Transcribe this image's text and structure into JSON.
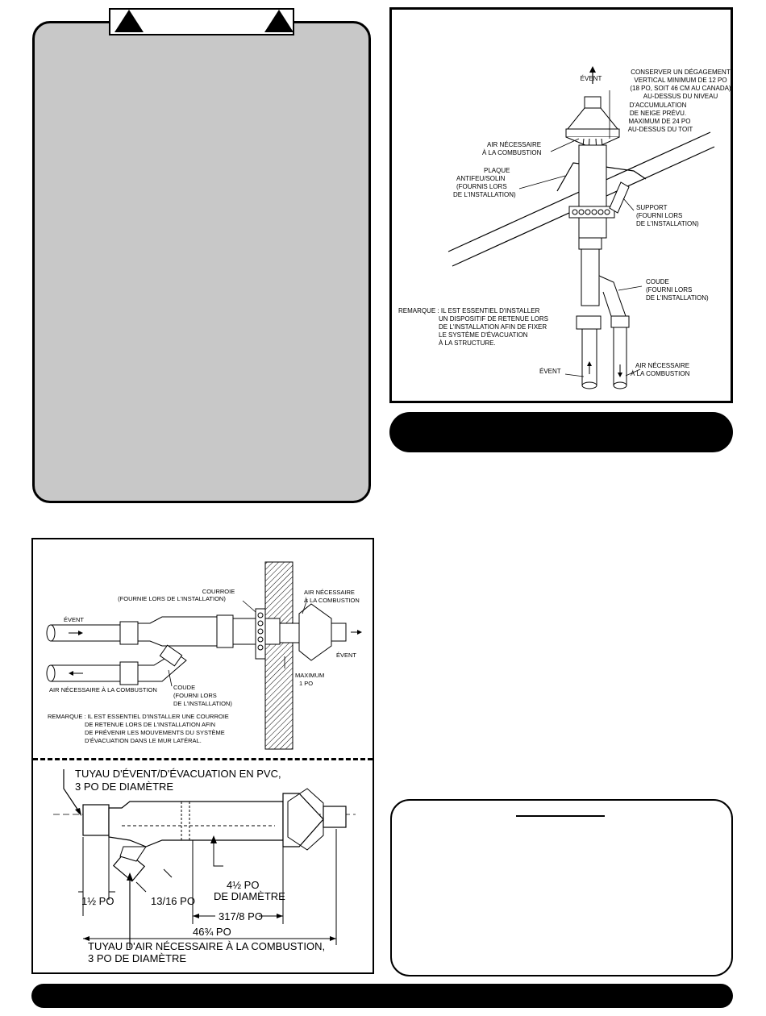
{
  "roof_diagram": {
    "vent_top_label": "ÉVENT",
    "clearance_note": [
      "CONSERVER UN DÉGAGEMENT",
      "VERTICAL MINIMUM DE 12 PO",
      "(18 PO, SOIT 46 CM AU CANADA)",
      "AU-DESSUS DU NIVEAU",
      "D'ACCUMULATION",
      "DE NEIGE PRÉVU.",
      "MAXIMUM DE 24 PO",
      "AU-DESSUS DU TOIT"
    ],
    "combustion_air_top": [
      "AIR NÉCESSAIRE",
      "À LA COMBUSTION"
    ],
    "flashing": [
      "PLAQUE",
      "ANTIFEU/SOLIN",
      "(FOURNIS LORS",
      "DE L'INSTALLATION)"
    ],
    "support": [
      "SUPPORT",
      "(FOURNI LORS",
      "DE L'INSTALLATION)"
    ],
    "elbow": [
      "COUDE",
      "(FOURNI LORS",
      "DE L'INSTALLATION)"
    ],
    "note": [
      "REMARQUE : IL EST ESSENTIEL D'INSTALLER",
      "UN DISPOSITIF DE RETENUE LORS",
      "DE L'INSTALLATION AFIN DE FIXER",
      "LE SYSTÈME D'ÉVACUATION",
      "À LA STRUCTURE."
    ],
    "vent_bottom": "ÉVENT",
    "combustion_air_bottom": [
      "AIR NÉCESSAIRE",
      "À LA COMBUSTION"
    ]
  },
  "wall_diagram": {
    "strap": [
      "COURROIE",
      "(FOURNIE LORS DE L'INSTALLATION)"
    ],
    "combustion_air_top": [
      "AIR NÉCESSAIRE",
      "À LA COMBUSTION"
    ],
    "vent_left": "ÉVENT",
    "vent_right": "ÉVENT",
    "maximum": [
      "MAXIMUM",
      "1 PO"
    ],
    "combustion_air_left": "AIR NÉCESSAIRE À LA COMBUSTION",
    "elbow": [
      "COUDE",
      "(FOURNI LORS",
      "DE L'INSTALLATION)"
    ],
    "note": [
      "REMARQUE : IL EST ESSENTIEL D'INSTALLER UNE COURROIE",
      "DE RETENUE LORS DE L'INSTALLATION AFIN",
      "DE PRÉVENIR LES MOUVEMENTS DU SYSTÈME",
      "D'ÉVACUATION DANS LE MUR LATÉRAL."
    ]
  },
  "dimension_diagram": {
    "pvc_pipe": [
      "TUYAU D'ÉVENT/D'ÉVACUATION EN PVC,",
      "3 PO DE DIAMÈTRE"
    ],
    "diameter": [
      "4½ PO",
      "DE DIAMÈTRE"
    ],
    "dim_1_5": "1½ PO",
    "dim_1_3_16": "13/16 PO",
    "dim_31_7_8": "317/8 PO",
    "dim_46_3_4": "46¾ PO",
    "combustion_pipe": [
      "TUYAU D'AIR NÉCESSAIRE À LA COMBUSTION,",
      "3 PO DE DIAMÈTRE"
    ]
  }
}
